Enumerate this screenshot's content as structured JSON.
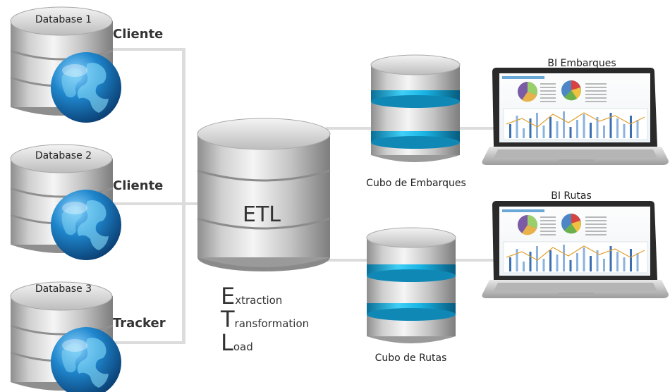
{
  "sources": [
    {
      "db_label": "Database 1",
      "label": "Cliente"
    },
    {
      "db_label": "Database 2",
      "label": "Cliente"
    },
    {
      "db_label": "Database 3",
      "label": "Tracker"
    }
  ],
  "etl": {
    "label": "ETL",
    "words": [
      {
        "initial": "E",
        "rest": "xtraction"
      },
      {
        "initial": "T",
        "rest": "ransformation"
      },
      {
        "initial": "L",
        "rest": "oad"
      }
    ]
  },
  "cubes": [
    {
      "label": "Cubo de Embarques"
    },
    {
      "label": "Cubo de Rutas"
    }
  ],
  "reports": [
    {
      "label": "BI Embarques"
    },
    {
      "label": "BI Rutas"
    }
  ],
  "colors": {
    "cylinder_light": "#f2f2f2",
    "cylinder_dark": "#8d8d8d",
    "cyan_ring": "#18b4e6",
    "globe": "#1f7ec0",
    "connector": "#dddddd"
  }
}
